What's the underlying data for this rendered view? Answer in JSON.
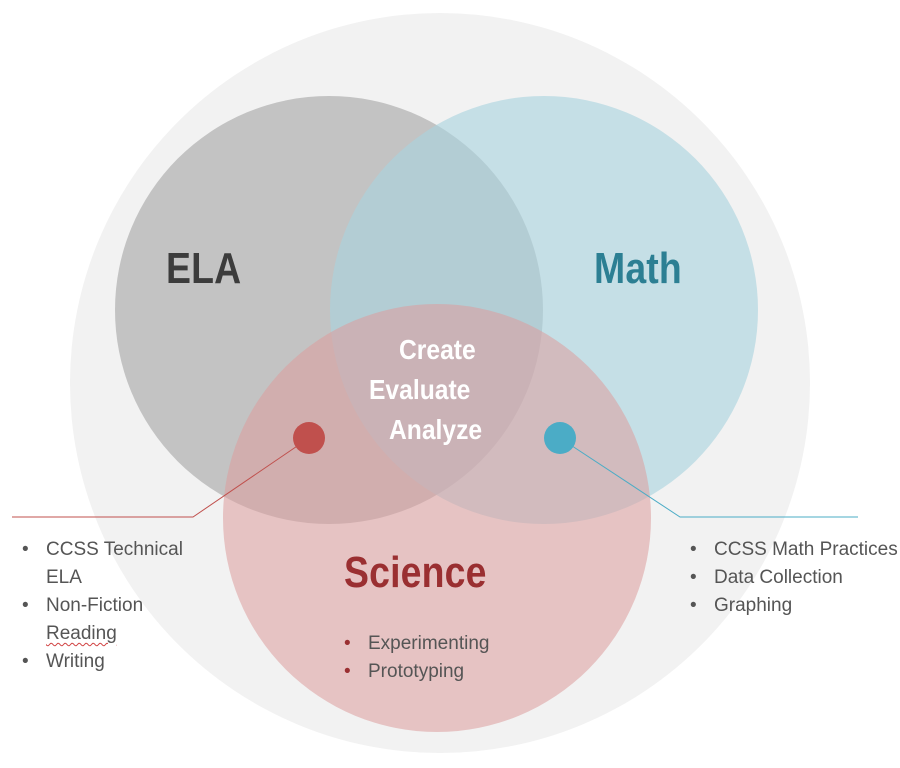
{
  "colors": {
    "outer_circle": "#f2f2f2",
    "ela_circle": "#a6a6a6",
    "math_circle": "#a9d3df",
    "science_circle": "#dd9c9c",
    "ela_dot": "#c0504d",
    "math_dot": "#4bacc6",
    "ela_title": "#3c3c3c",
    "math_title": "#2c7f93",
    "science_title": "#9a2f31"
  },
  "titles": {
    "ela": "ELA",
    "math": "Math",
    "science": "Science"
  },
  "center_terms": [
    "Create",
    "Evaluate",
    "Analyze"
  ],
  "ela_science_list": [
    "CCSS Technical ELA",
    "Non-Fiction Reading",
    "Writing"
  ],
  "math_science_list": [
    "CCSS Math Practices",
    "Data Collection",
    "Graphing"
  ],
  "science_list": [
    "Experimenting",
    "Prototyping"
  ]
}
